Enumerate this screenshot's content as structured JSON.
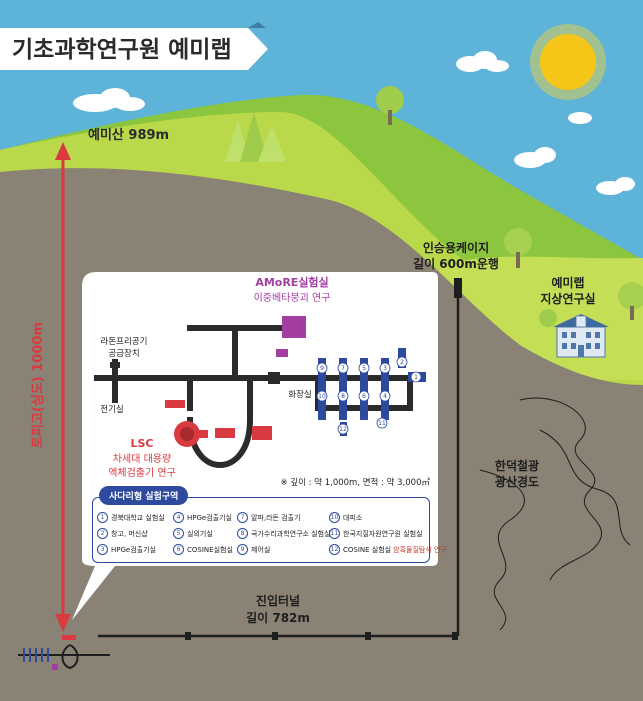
{
  "banner": {
    "title": "기초과학연구원 예미랩"
  },
  "mountain": {
    "label": "예미산 989m"
  },
  "depth": {
    "label": "토피고(심도) 1000m"
  },
  "cable_car": {
    "label_line1": "인승용케이지",
    "label_line2": "길이 600m운행"
  },
  "ground_lab": {
    "label_line1": "예미랩",
    "label_line2": "지상연구실"
  },
  "mine": {
    "label_line1": "한덕철광",
    "label_line2": "광산경도"
  },
  "tunnel": {
    "label_line1": "진입터널",
    "label_line2": "길이 782m"
  },
  "detail": {
    "amore_title": "AMoRE실험실",
    "amore_sub": "이중베타붕괴 연구",
    "radon_line1": "라돈프리공기",
    "radon_line2": "공급장치",
    "electric": "전기실",
    "toilet": "화장실",
    "lsc_title": "LSC",
    "lsc_sub1": "차세대 대용량",
    "lsc_sub2": "액체검출기 연구",
    "depth_note": "※ 깊이 : 약 1,000m, 면적 : 약 3,000㎡",
    "room_numbers": [
      "1",
      "2",
      "3",
      "4",
      "5",
      "6",
      "7",
      "8",
      "9",
      "10",
      "11",
      "12"
    ]
  },
  "legend": {
    "title": "사다리형 실험구역",
    "items": [
      {
        "num": "1",
        "text": "경북대학교 실험실"
      },
      {
        "num": "2",
        "text": "창고, 머신샵"
      },
      {
        "num": "3",
        "text": "HPGe검출기실"
      },
      {
        "num": "4",
        "text": "HPGe검출기실"
      },
      {
        "num": "5",
        "text": "실외기실"
      },
      {
        "num": "6",
        "text": "COSINE실험실"
      },
      {
        "num": "7",
        "text": "알파,라돈 검출기"
      },
      {
        "num": "8",
        "text": "국가수리과학연구소 실험실"
      },
      {
        "num": "9",
        "text": "제어실"
      },
      {
        "num": "10",
        "text": "대피소"
      },
      {
        "num": "11",
        "text": "한국지질자원연구원 실험실"
      },
      {
        "num": "12",
        "text": "COSINE 실험실",
        "note": "암흑물질탐색 연구"
      }
    ]
  },
  "colors": {
    "sky": "#5eb3d8",
    "grass": "#b9d84a",
    "ground": "#8a8275",
    "accent_red": "#d93a3f",
    "accent_blue": "#2d4a9e",
    "purple": "#a33ea1"
  }
}
